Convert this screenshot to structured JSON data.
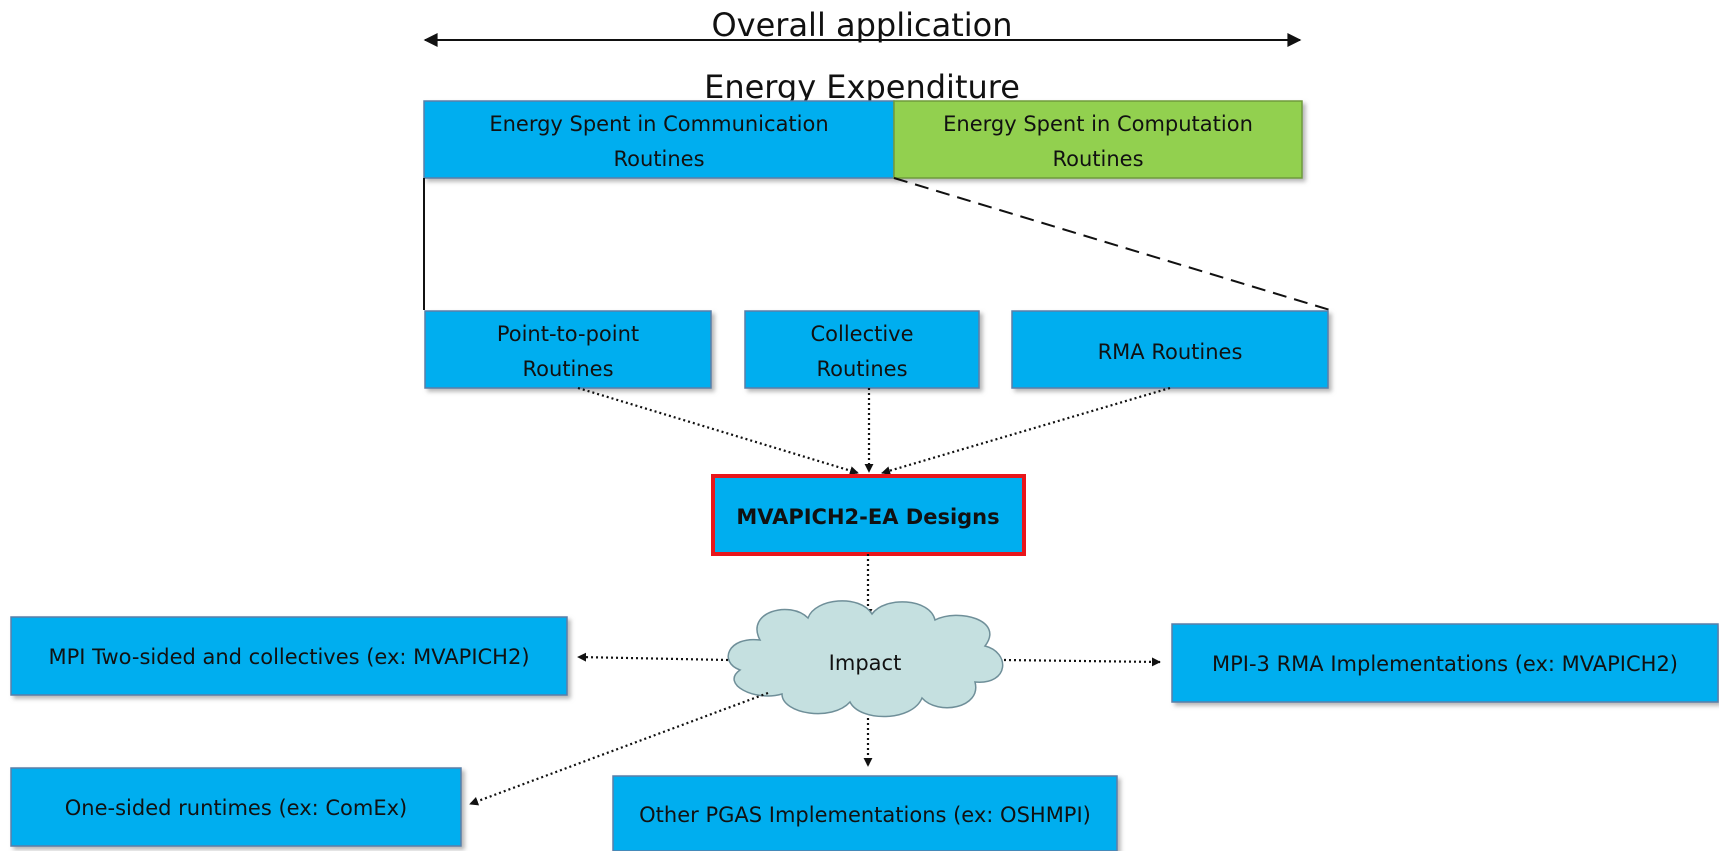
{
  "header": {
    "line1": "Overall application",
    "line2": "Energy Expenditure"
  },
  "top_bar": {
    "communication": [
      "Energy Spent in Communication",
      "Routines"
    ],
    "computation": [
      "Energy Spent in Computation",
      "Routines"
    ]
  },
  "routines": {
    "p2p": [
      "Point-to-point",
      "Routines"
    ],
    "collective": [
      "Collective",
      "Routines"
    ],
    "rma": "RMA Routines"
  },
  "center": {
    "designs": "MVAPICH2-EA Designs",
    "impact": "Impact"
  },
  "outputs": {
    "mpi_two_sided": "MPI Two-sided and collectives (ex: MVAPICH2)",
    "mpi3_rma": "MPI-3 RMA Implementations (ex: MVAPICH2)",
    "one_sided": "One-sided runtimes (ex: ComEx)",
    "other_pgas": "Other PGAS Implementations (ex: OSHMPI)"
  },
  "colors": {
    "blue_box": "#00aeef",
    "green_box": "#92d050",
    "cloud": "#c5e0e0",
    "highlight_border": "#e8161b"
  }
}
